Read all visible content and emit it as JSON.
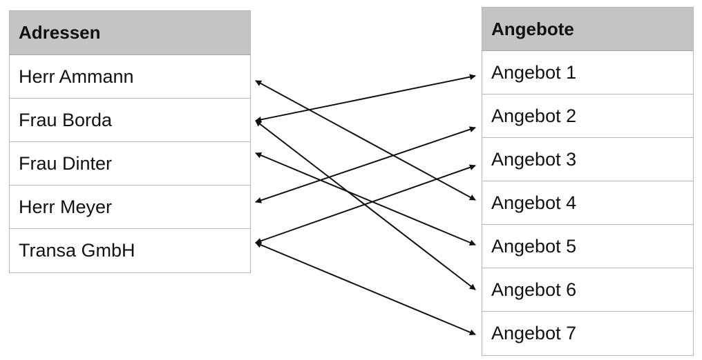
{
  "left_table": {
    "header": "Adressen",
    "rows": [
      "Herr Ammann",
      "Frau Borda",
      "Frau Dinter",
      "Herr Meyer",
      "Transa GmbH"
    ]
  },
  "right_table": {
    "header": "Angebote",
    "rows": [
      "Angebot 1",
      "Angebot 2",
      "Angebot 3",
      "Angebot 4",
      "Angebot 5",
      "Angebot 6",
      "Angebot 7"
    ]
  },
  "connections": [
    {
      "from": "Herr Ammann",
      "to": "Angebot 4"
    },
    {
      "from": "Frau Borda",
      "to": "Angebot 1"
    },
    {
      "from": "Frau Borda",
      "to": "Angebot 6"
    },
    {
      "from": "Frau Dinter",
      "to": "Angebot 5"
    },
    {
      "from": "Herr Meyer",
      "to": "Angebot 2"
    },
    {
      "from": "Transa GmbH",
      "to": "Angebot 3"
    },
    {
      "from": "Transa GmbH",
      "to": "Angebot 7"
    }
  ],
  "colors": {
    "header_bg": "#c4c4c4",
    "border": "#b5b5b5",
    "arrow": "#111111"
  }
}
